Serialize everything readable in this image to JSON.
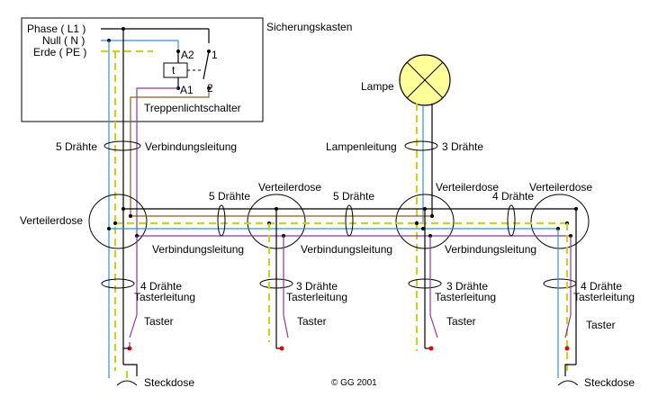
{
  "labels": {
    "phase": "Phase ( L1 )",
    "null": "Null ( N )",
    "erde": "Erde ( PE )",
    "fusebox": "Sicherungskasten",
    "relay_a2": "A2",
    "relay_a1": "A1",
    "relay_t": "t",
    "relay_1": "1",
    "relay_2": "2",
    "relay_name": "Treppenlichtschalter",
    "lamp": "Lampe",
    "lampcable": "Lampenleitung",
    "wires3_lamp": "3 Drähte",
    "wires5_left": "5 Drähte",
    "verbindung_top": "Verbindungsleitung",
    "verteiler_left": "Verteilerdose",
    "verteiler_2": "Verteilerdose",
    "verteiler_3": "Verteilerdose",
    "verteiler_4": "Verteilerdose",
    "wires5_a": "5 Drähte",
    "wires5_b": "5 Drähte",
    "wires4_c": "4 Drähte",
    "verbindung_1": "Verbindungsleitung",
    "verbindung_2": "Verbindungsleitung",
    "verbindung_3": "Verbindungsleitung",
    "tw1": "4 Drähte",
    "tl1": "Tasterleitung",
    "t1": "Taster",
    "tw2": "3 Drähte",
    "tl2": "Tasterleitung",
    "t2": "Taster",
    "tw3": "3 Drähte",
    "tl3": "Tasterleitung",
    "t3": "Taster",
    "tw4": "4 Drähte",
    "tl4": "Tasterleitung",
    "t4": "Taster",
    "socket_left": "Steckdose",
    "socket_right": "Steckdose",
    "copyright": "© GG 2001"
  },
  "colors": {
    "phase": "#000000",
    "neutral": "#3a8fd6",
    "earth": "#c8d02a",
    "switched": "#8b5a2b",
    "button": "#8a3a9a",
    "contact": "#e00000",
    "lamp": "#ffff99"
  },
  "icons": [
    "lamp-icon",
    "relay-icon",
    "button-icon",
    "socket-icon",
    "junction-box-icon"
  ]
}
